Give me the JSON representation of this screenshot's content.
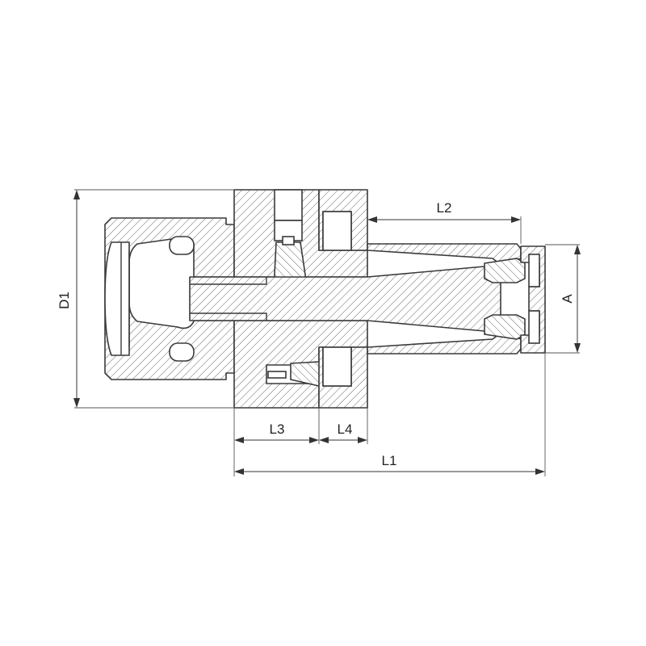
{
  "dimensions": {
    "D1": "D1",
    "L1": "L1",
    "L2": "L2",
    "L3": "L3",
    "L4": "L4",
    "A": "A"
  }
}
